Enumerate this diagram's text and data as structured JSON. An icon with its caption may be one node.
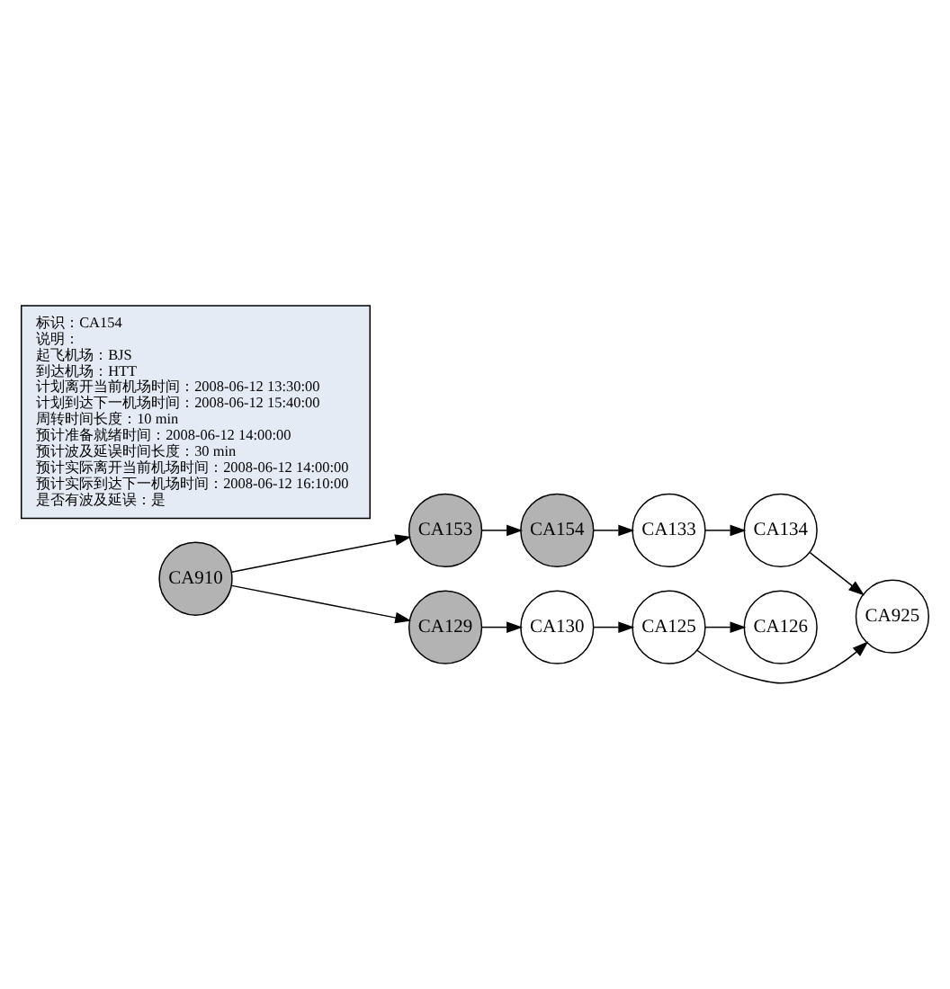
{
  "diagram": {
    "nodes": [
      {
        "text": [
          "CA910"
        ]
      },
      {
        "text": [
          "CA153"
        ]
      },
      {
        "text": [
          "CA129"
        ]
      },
      {
        "text": [
          "CA130"
        ]
      },
      {
        "text": [
          "CA154"
        ]
      },
      {
        "text": [
          "CA125"
        ]
      },
      {
        "text": [
          "CA133"
        ]
      },
      {
        "text": [
          "CA126"
        ]
      },
      {
        "text": [
          "CA134"
        ]
      },
      {
        "text": [
          "CA925"
        ]
      },
      {
        "text": [
          "标识：CA154",
          "说明：",
          "起飞机场：BJS",
          "到达机场：HTT",
          "计划离开当前机场时间：2008-06-12 13:30:00",
          "计划到达下一机场时间：2008-06-12 15:40:00",
          "周转时间长度：10 min",
          "预计准备就绪时间：2008-06-12 14:00:00",
          "预计波及延误时间长度：30 min",
          "预计实际离开当前机场时间：2008-06-12 14:00:00",
          "预计实际到达下一机场时间：2008-06-12 16:10:00",
          "是否有波及延误：是"
        ]
      }
    ],
    "edges": [
      {
        "from": 0,
        "to": 1,
        "arrow": "to"
      },
      {
        "from": 0,
        "to": 2,
        "arrow": "to"
      },
      {
        "from": 1,
        "to": 4,
        "arrow": "to"
      },
      {
        "from": 2,
        "to": 3,
        "arrow": "to"
      },
      {
        "from": 3,
        "to": 5,
        "arrow": "to"
      },
      {
        "from": 4,
        "to": 6,
        "arrow": "to"
      },
      {
        "from": 5,
        "to": 7,
        "arrow": "to"
      },
      {
        "from": 5,
        "to": 9,
        "arrow": "to"
      },
      {
        "from": 6,
        "to": 8,
        "arrow": "to"
      },
      {
        "from": 8,
        "to": 9,
        "arrow": "to"
      }
    ]
  }
}
